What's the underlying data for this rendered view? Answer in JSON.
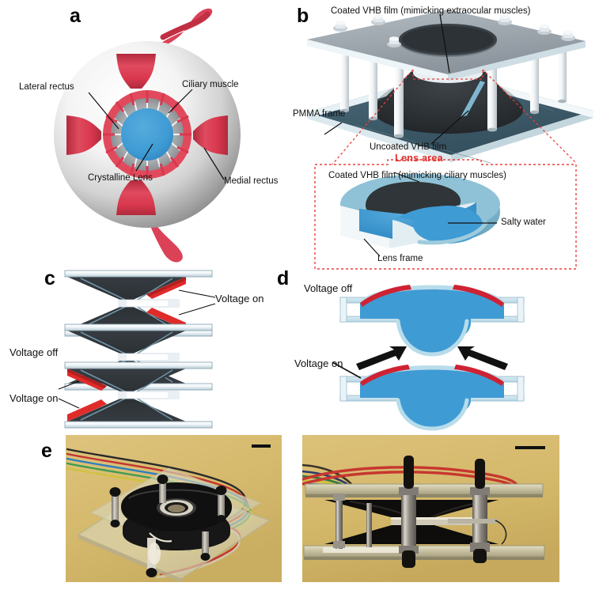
{
  "figure": {
    "panels": [
      {
        "letter": "a",
        "name": "human-eye-anatomy"
      },
      {
        "letter": "b",
        "name": "device-3d-schematic"
      },
      {
        "letter": "c",
        "name": "cross-section-actuation"
      },
      {
        "letter": "d",
        "name": "lens-cross-section"
      },
      {
        "letter": "e",
        "name": "device-photographs"
      }
    ]
  },
  "panel_a": {
    "letter": "a",
    "labels": {
      "lateral_rectus": "Lateral rectus",
      "ciliary_muscle": "Ciliary muscle",
      "crystalline_lens": "Crystalline Lens",
      "medial_rectus": "Medial rectus"
    },
    "colors": {
      "muscle_red": "#d9384f",
      "lens_blue": "#3f9bd4",
      "sclera_white": "#f2f2f2",
      "sclera_shadow": "#9a9a9a"
    }
  },
  "panel_b": {
    "letter": "b",
    "labels": {
      "coated_vhb_extraocular": "Coated VHB film (mimicking extraocular muscles)",
      "pmma_frame": "PMMA frame",
      "uncoated_vhb": "Uncoated VHB film",
      "lens_area": "Lens area",
      "coated_vhb_ciliary": "Coated VHB film (mimicking ciliary muscles)",
      "salty_water": "Salty water",
      "lens_frame": "Lens frame"
    },
    "colors": {
      "top_plate": "#9aa3ab",
      "bottom_plate": "#3e5c6b",
      "membrane_dark": "#2e3336",
      "frame_edge": "#d9e6ec",
      "inset_border": "#e8413c",
      "water_blue": "#3f9bd4",
      "cap_blue": "#7fb6cf"
    }
  },
  "panel_c": {
    "letter": "c",
    "labels": {
      "voltage_on_top": "Voltage on",
      "voltage_off": "Voltage off",
      "voltage_on_bottom": "Voltage on"
    },
    "colors": {
      "membrane": "#2f3438",
      "electrode_red": "#e02b2b",
      "frame": "#dfeaf0",
      "lens_ring": "#ffffff"
    }
  },
  "panel_d": {
    "letter": "d",
    "labels": {
      "voltage_off": "Voltage off",
      "voltage_on": "Voltage on"
    },
    "colors": {
      "water_blue": "#3f9bd4",
      "membrane_cap": "#b8dcea",
      "electrode_red": "#cf2233",
      "frame": "#cfe5ef"
    }
  },
  "panel_e": {
    "letter": "e",
    "photos": [
      {
        "name": "device-perspective-photo",
        "has_scale_bar": true
      },
      {
        "name": "device-side-view-photo",
        "has_scale_bar": true
      }
    ],
    "colors": {
      "background_tan": "#d9bd70",
      "acrylic": "#c9c3a8",
      "membrane_black": "#141210"
    }
  }
}
